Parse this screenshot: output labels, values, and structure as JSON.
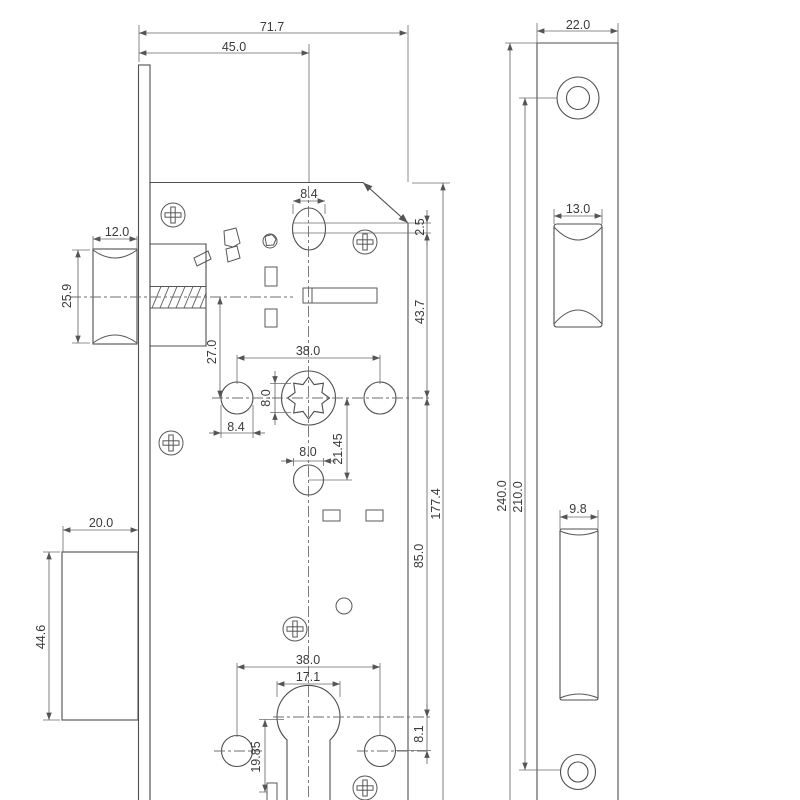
{
  "style": {
    "background": "#ffffff",
    "line_color": "#4f4f4f",
    "dimension_line_color": "#666666",
    "text_color": "#3a3a3a"
  },
  "views": {
    "lock_body": {
      "dims": {
        "total_width": "71.7",
        "backset": "45.0",
        "top_hole_width": "8.4",
        "chamfer_offset": "2.5",
        "latch_head_width": "12.0",
        "latch_head_height": "25.9",
        "latch_axis_to_hub": "27.0",
        "hub_hole_span": "38.0",
        "follower_square": "8.0",
        "hub_side_hole_dia": "8.4",
        "hub_to_pin_hole": "21.45",
        "edge_to_hub": "43.7",
        "hub_to_cylinder": "85.0",
        "edge_to_cylinder": "177.4",
        "deadbolt_width": "20.0",
        "deadbolt_height": "44.6",
        "pin_hole_dia": "8.0",
        "cylinder_hole_span": "38.0",
        "cylinder_dia": "17.1",
        "keyway_depth": "19.85",
        "cylinder_offset": "8.1"
      }
    },
    "faceplate": {
      "dims": {
        "plate_width": "22.0",
        "plate_length": "240.0",
        "screw_spacing": "210.0",
        "latch_cutout_width": "13.0",
        "bolt_cutout_width": "9.8"
      }
    }
  }
}
